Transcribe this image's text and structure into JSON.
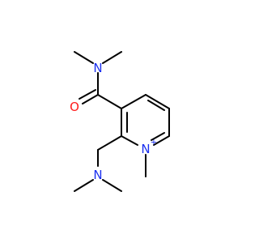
{
  "structure": {
    "atoms": {
      "amide_nitrogen": "N",
      "carbonyl_oxygen": "O",
      "ring_nitrogen": "N",
      "ring_nitrogen_charge": "+",
      "amine_nitrogen": "N"
    },
    "colors": {
      "nitrogen": "#1a2ff0",
      "oxygen": "#ff1d1d",
      "bond": "#000000"
    }
  }
}
